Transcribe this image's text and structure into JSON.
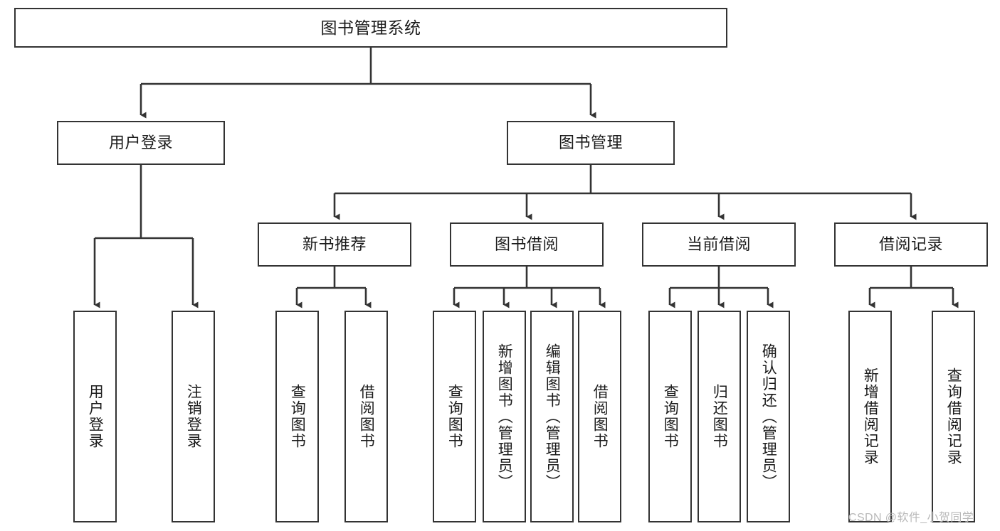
{
  "diagram": {
    "title": "图书管理系统",
    "type": "tree-hierarchy-chart",
    "line_color": "#333333",
    "box_fill": "#ffffff",
    "text_color": "#1b1b1b",
    "root": {
      "label": "图书管理系统"
    },
    "level2": [
      {
        "label": "用户登录"
      },
      {
        "label": "图书管理"
      }
    ],
    "level3": [
      {
        "label": "新书推荐"
      },
      {
        "label": "图书借阅"
      },
      {
        "label": "当前借阅"
      },
      {
        "label": "借阅记录"
      }
    ],
    "leaves": {
      "user_login": [
        {
          "label": "用户登录"
        },
        {
          "label": "注销登录"
        }
      ],
      "new_book_recommend": [
        {
          "label": "查询图书"
        },
        {
          "label": "借阅图书"
        }
      ],
      "book_borrow": [
        {
          "label": "查询图书"
        },
        {
          "label": "新增图书（管理员）"
        },
        {
          "label": "编辑图书（管理员）"
        },
        {
          "label": "借阅图书"
        }
      ],
      "current_borrow": [
        {
          "label": "查询图书"
        },
        {
          "label": "归还图书"
        },
        {
          "label": "确认归还（管理员）"
        }
      ],
      "borrow_record": [
        {
          "label": "新增借阅记录"
        },
        {
          "label": "查询借阅记录"
        }
      ]
    }
  },
  "watermark": {
    "text": "CSDN @软件_小贺同学",
    "color": "#b9b9b9"
  }
}
